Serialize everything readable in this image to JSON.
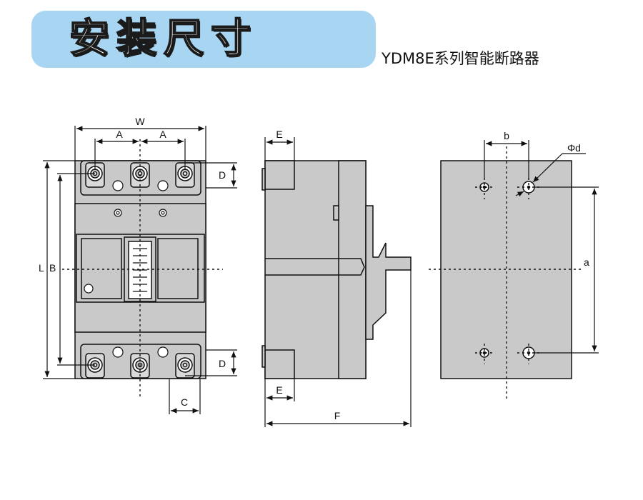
{
  "header": {
    "title": "安装尺寸",
    "subtitle": "YDM8E系列智能断路器"
  },
  "dimensions": {
    "W": "W",
    "A1": "A",
    "A2": "A",
    "D_top": "D",
    "D_bottom": "D",
    "L": "L",
    "B": "B",
    "C": "C",
    "E_top": "E",
    "E_bottom": "E",
    "F": "F",
    "b": "b",
    "phi_d": "Φd",
    "a": "a"
  },
  "colors": {
    "banner": "#a8d6f2",
    "body_fill": "#c9c9c9",
    "line": "#111111"
  }
}
